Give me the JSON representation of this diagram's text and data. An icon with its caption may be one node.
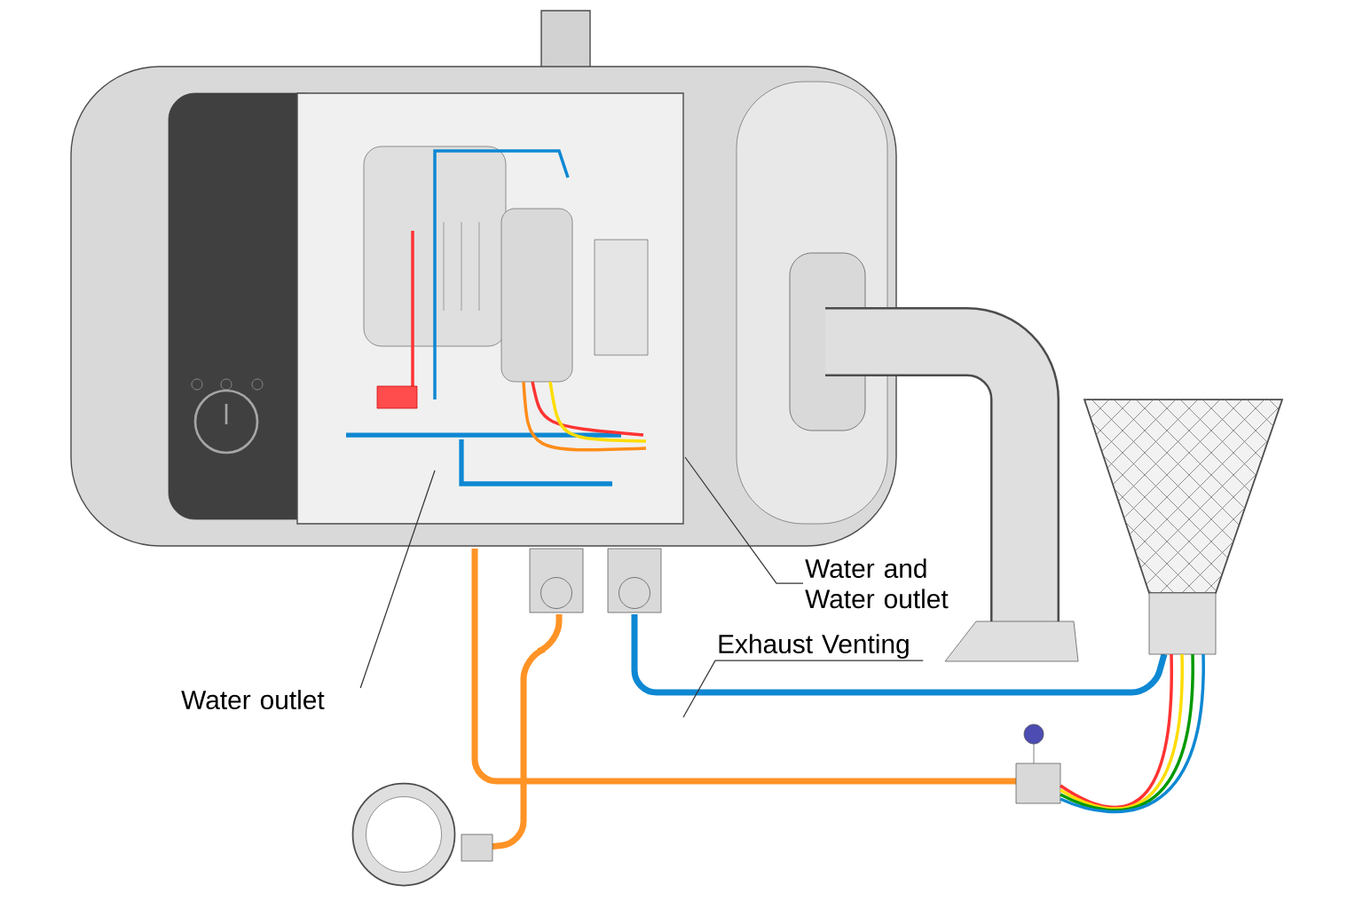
{
  "diagram": {
    "nodes": [
      {
        "text": [
          "Water and Water outlet"
        ]
      },
      {
        "text": [
          "Exhaust Venting"
        ]
      },
      {
        "text": [
          "Water outlet"
        ]
      }
    ],
    "edges": [
      {
        "from": 0,
        "to": null,
        "arrow": "none"
      },
      {
        "from": 1,
        "to": null,
        "arrow": "none"
      },
      {
        "from": 2,
        "to": null,
        "arrow": "none"
      }
    ]
  }
}
